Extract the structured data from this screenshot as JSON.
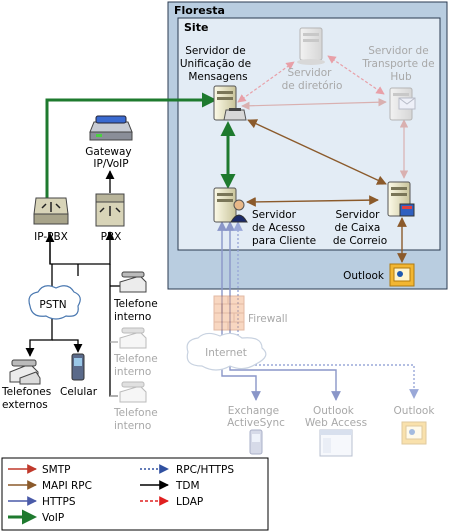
{
  "titles": {
    "forest": "Floresta",
    "site": "Site"
  },
  "nodes": {
    "um_server": [
      "Servidor de",
      "Unificação de",
      "Mensagens"
    ],
    "dir_server": [
      "Servidor",
      "de diretório"
    ],
    "hub_server": [
      "Servidor de",
      "Transporte de",
      "Hub"
    ],
    "cas_server": [
      "Servidor",
      "de Acesso",
      "para Cliente"
    ],
    "mbx_server": [
      "Servidor",
      "de Caixa",
      "de Correio"
    ],
    "outlook_internal": "Outlook",
    "gateway": [
      "Gateway",
      "IP/VoIP"
    ],
    "ip_pbx": "IP-PBX",
    "pbx": "PBX",
    "pstn": "PSTN",
    "internal_phone": [
      "Telefone",
      "interno"
    ],
    "internal_phone_2": [
      "Telefone",
      "interno"
    ],
    "internal_phone_3": [
      "Telefone",
      "interno"
    ],
    "external_phones": [
      "Telefones",
      "externos"
    ],
    "cell": "Celular",
    "firewall": "Firewall",
    "internet": "Internet",
    "activesync": [
      "Exchange",
      "ActiveSync"
    ],
    "owa": [
      "Outlook",
      "Web Access"
    ],
    "outlook_external": "Outlook"
  },
  "legend": {
    "items": [
      {
        "label": "SMTP",
        "color": "#c0392b",
        "style": "solid"
      },
      {
        "label": "MAPI RPC",
        "color": "#8b5a2b",
        "style": "solid"
      },
      {
        "label": "HTTPS",
        "color": "#4a5aa8",
        "style": "solid"
      },
      {
        "label": "VoIP",
        "color": "#1e7a2e",
        "style": "solid"
      },
      {
        "label": "RPC/HTTPS",
        "color": "#3050a0",
        "style": "dotted"
      },
      {
        "label": "TDM",
        "color": "#000000",
        "style": "solid"
      },
      {
        "label": "LDAP",
        "color": "#e02020",
        "style": "dashed"
      }
    ]
  },
  "colors": {
    "forest_bg": "#b9cde0",
    "site_bg": "#e3ecf5",
    "voip": "#1e7a2e",
    "mapi": "#8b5a2b",
    "https": "#5a6ab0",
    "smtp_faint": "#d9a8a8",
    "ldap_faint": "#e8a0a8",
    "tdm": "#000000",
    "dim": "#a8a8a8"
  }
}
